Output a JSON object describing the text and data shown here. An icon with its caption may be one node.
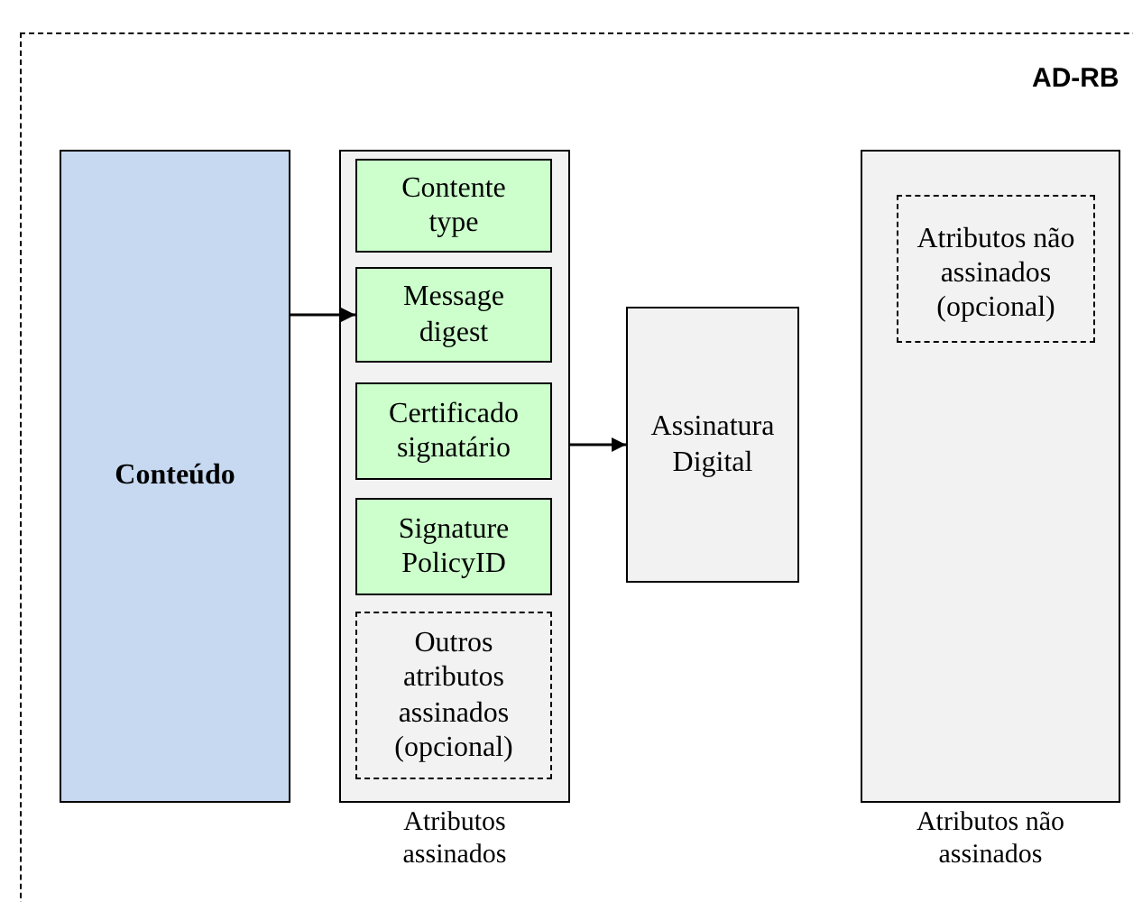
{
  "diagram": {
    "nodes": [
      {
        "text": [
          "AD-RB"
        ]
      },
      {
        "text": [
          "Conteúdo"
        ],
        "in": 0
      },
      {
        "text": [
          "Atributos assinados"
        ],
        "in": 0
      },
      {
        "text": [
          "Contente type"
        ],
        "in": 2
      },
      {
        "text": [
          "Message digest"
        ],
        "in": 2
      },
      {
        "text": [
          "Certificado signatário"
        ],
        "in": 2
      },
      {
        "text": [
          "Signature PolicyID"
        ],
        "in": 2
      },
      {
        "text": [
          "Outros atributos assinados (opcional)"
        ],
        "in": 2
      },
      {
        "text": [
          "Assinatura Digital"
        ],
        "in": 0
      },
      {
        "text": [
          "Atributos não assinados"
        ],
        "in": 0
      },
      {
        "text": [
          "Atributos não assinados (opcional)"
        ],
        "in": 9
      }
    ],
    "edges": [
      {
        "from": 1,
        "to": 4,
        "arrow": "to"
      },
      {
        "from": 2,
        "to": 8,
        "arrow": "to"
      }
    ]
  }
}
